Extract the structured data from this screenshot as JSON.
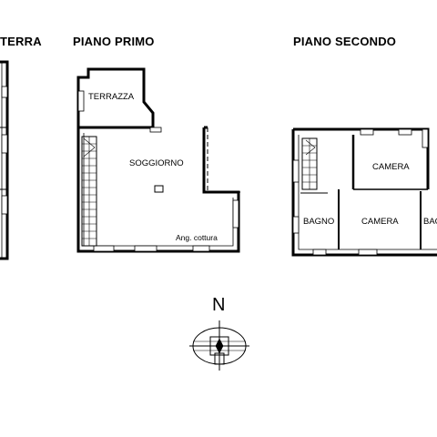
{
  "floors": {
    "ground": {
      "title": "TERRA"
    },
    "first": {
      "title": "PIANO PRIMO",
      "rooms": {
        "terrace": "TERRAZZA",
        "living": "SOGGIORNO",
        "kitchenette": "Ang. cottura"
      }
    },
    "second": {
      "title": "PIANO SECONDO",
      "rooms": {
        "bedroom_top": "CAMERA",
        "bathroom_left": "BAGNO",
        "bedroom_bottom": "CAMERA",
        "bathroom_right": "BAG"
      }
    }
  },
  "compass": {
    "letter": "N"
  }
}
